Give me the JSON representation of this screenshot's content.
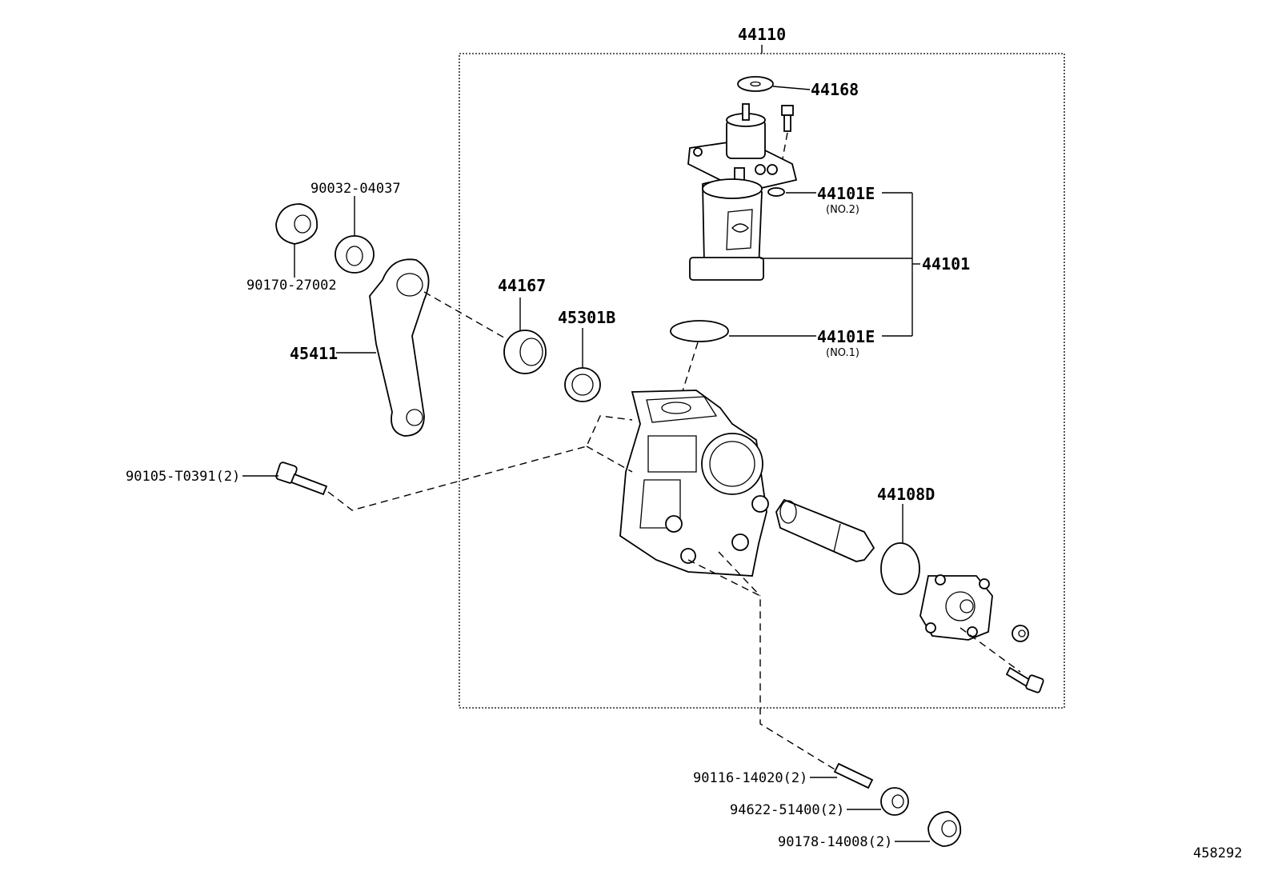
{
  "diagram_id": "458292",
  "assembly": {
    "label": "44110"
  },
  "parts": {
    "p44168": "44168",
    "p44101E_no2": "44101E",
    "p44101E_no2_note": "(NO.2)",
    "p44101": "44101",
    "p44101E_no1": "44101E",
    "p44101E_no1_note": "(NO.1)",
    "p44167": "44167",
    "p45301B": "45301B",
    "p44108D": "44108D",
    "p90032": "90032-04037",
    "p90170": "90170-27002",
    "p45411": "45411",
    "p90105": "90105-T0391(2)",
    "p90116": "90116-14020(2)",
    "p94622": "94622-51400(2)",
    "p90178": "90178-14008(2)"
  }
}
